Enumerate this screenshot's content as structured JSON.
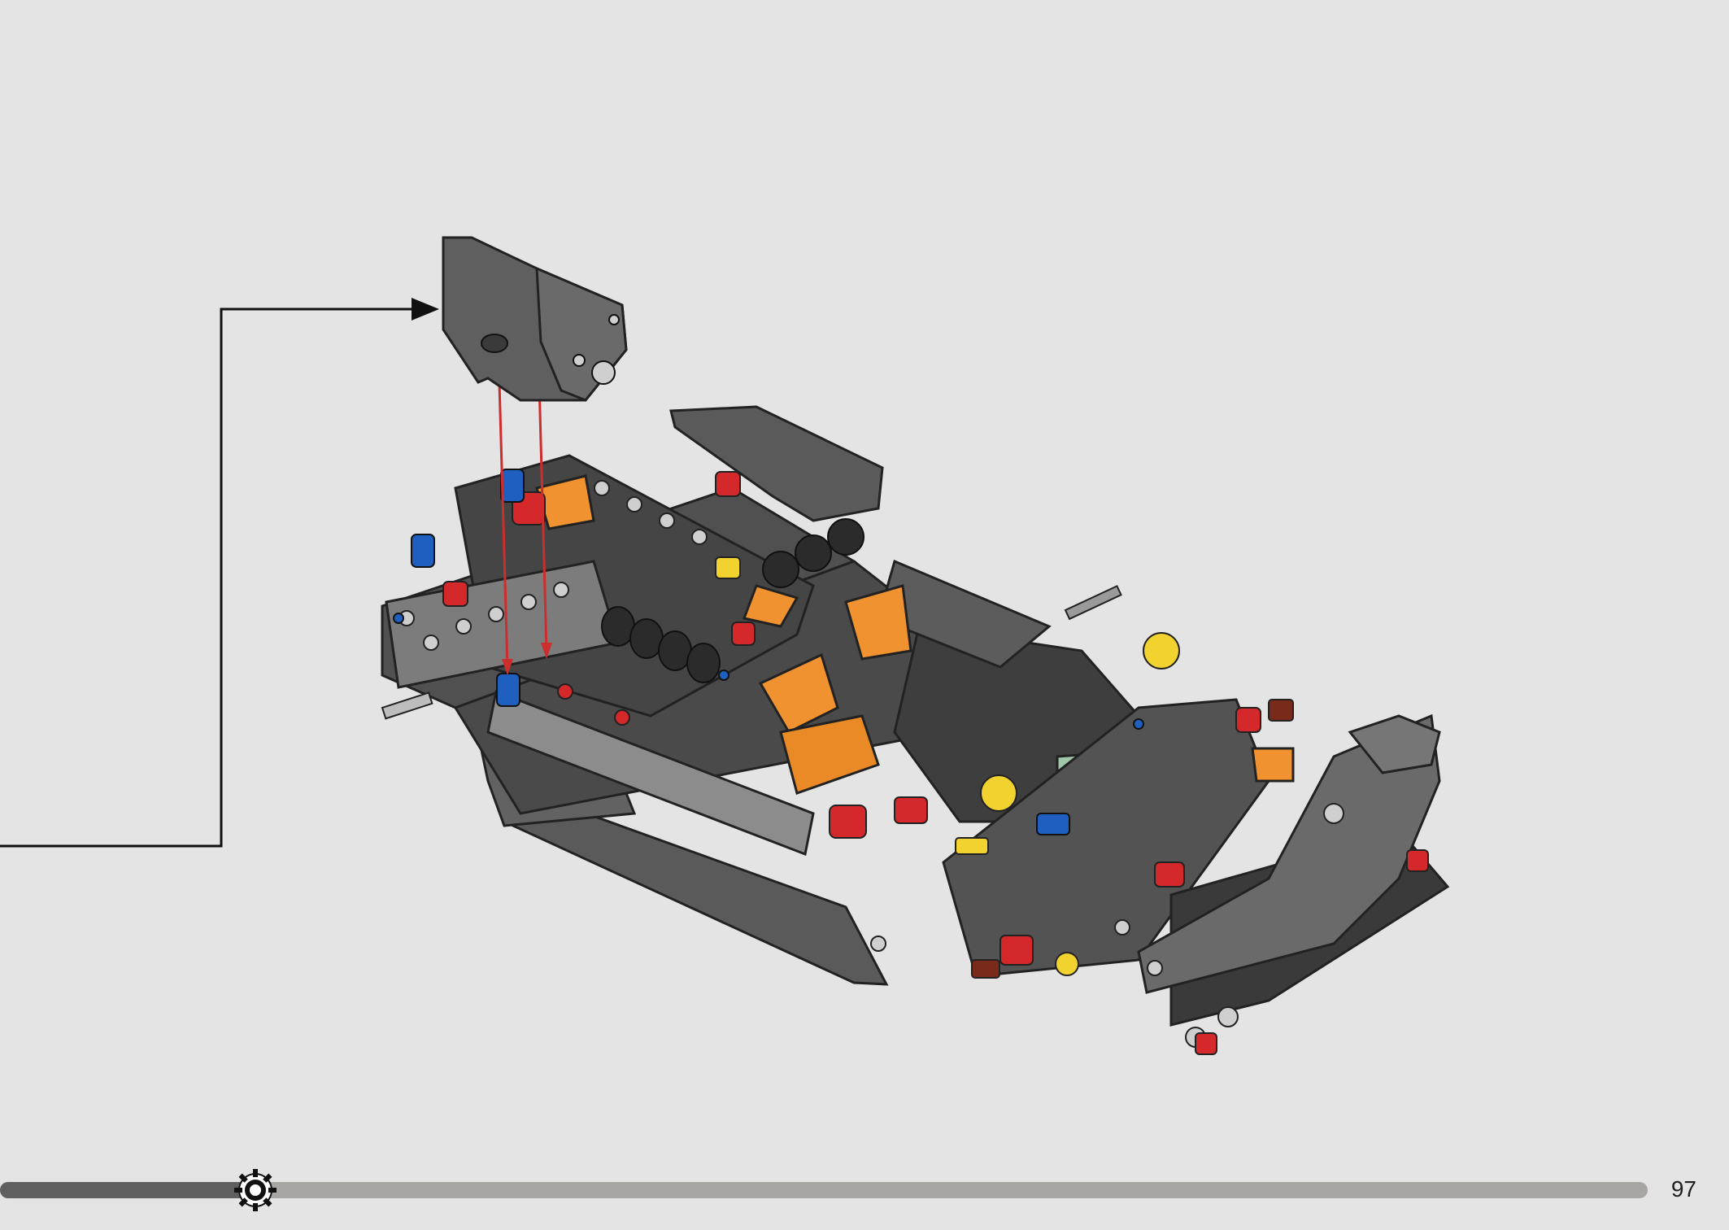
{
  "page": {
    "page_number": "97",
    "background_color": "#e4e4e4"
  },
  "progress": {
    "fraction": 0.155,
    "marker_icon": "gear-icon",
    "fill_color": "#5f5f5f",
    "track_color": "#a8a6a3"
  },
  "callout": {
    "arrow_icon": "arrow-right-icon",
    "placement_lines": 2,
    "placement_line_color": "#cc2e2e"
  },
  "model": {
    "body_color": "#5a5a5a",
    "light_gray": "#a9a9a9",
    "accent_orange": "#f0922f",
    "accent_red": "#d5282b",
    "accent_blue": "#1f5fbf",
    "accent_yellow": "#f2d22e"
  }
}
